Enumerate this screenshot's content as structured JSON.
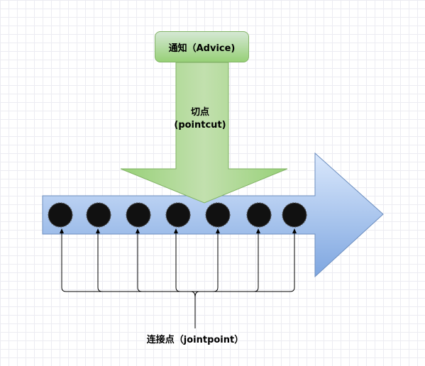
{
  "advice": {
    "label": "通知（Advice)"
  },
  "pointcut": {
    "line1": "切点",
    "line2": "(pointcut)"
  },
  "joinpoint": {
    "label": "连接点（jointpoint）",
    "count": 7
  },
  "colors": {
    "advice_fill_top": "#d5e8d4",
    "advice_fill_bottom": "#97d077",
    "advice_stroke": "#82b366",
    "flow_arrow_top": "#dae8fc",
    "flow_arrow_bottom": "#7ea6e0",
    "flow_arrow_stroke": "#6c8ebf",
    "joinpoint_fill": "#111111"
  }
}
